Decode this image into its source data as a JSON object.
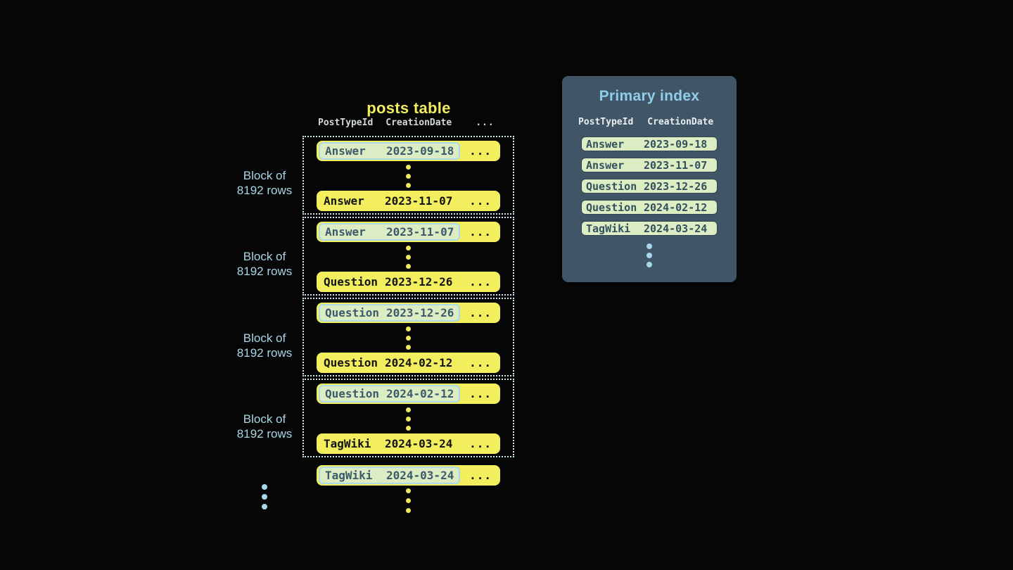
{
  "posts_table": {
    "title": "posts table",
    "columns": [
      "PostTypeId",
      "CreationDate"
    ],
    "more_columns": "...",
    "block_label": [
      "Block of",
      "8192 rows"
    ],
    "row_ellipsis": "...",
    "blocks": [
      {
        "first": {
          "type": "Answer",
          "date": "2023-09-18"
        },
        "last": {
          "type": "Answer",
          "date": "2023-11-07"
        }
      },
      {
        "first": {
          "type": "Answer",
          "date": "2023-11-07"
        },
        "last": {
          "type": "Question",
          "date": "2023-12-26"
        }
      },
      {
        "first": {
          "type": "Question",
          "date": "2023-12-26"
        },
        "last": {
          "type": "Question",
          "date": "2024-02-12"
        }
      },
      {
        "first": {
          "type": "Question",
          "date": "2024-02-12"
        },
        "last": {
          "type": "TagWiki",
          "date": "2024-03-24"
        }
      }
    ],
    "overflow_row": {
      "type": "TagWiki",
      "date": "2024-03-24"
    }
  },
  "primary_index": {
    "title": "Primary index",
    "columns": [
      "PostTypeId",
      "CreationDate"
    ],
    "rows": [
      {
        "type": "Answer",
        "date": "2023-09-18"
      },
      {
        "type": "Answer",
        "date": "2023-11-07"
      },
      {
        "type": "Question",
        "date": "2023-12-26"
      },
      {
        "type": "Question",
        "date": "2024-02-12"
      },
      {
        "type": "TagWiki",
        "date": "2024-03-24"
      }
    ]
  },
  "colors": {
    "background": "#060606",
    "row_yellow": "#f3ee5e",
    "row_text_dark": "#141414",
    "highlight_green": "#dcedc3",
    "highlight_border_blue": "#a9d9ea",
    "highlight_text_slate": "#3c5a6b",
    "accent_light_blue": "#a9d6e5",
    "panel_slate": "#405666",
    "panel_title_blue": "#8fcdea",
    "index_row_border": "#2f4553",
    "dotted_border_blue": "#cfe9f2"
  }
}
